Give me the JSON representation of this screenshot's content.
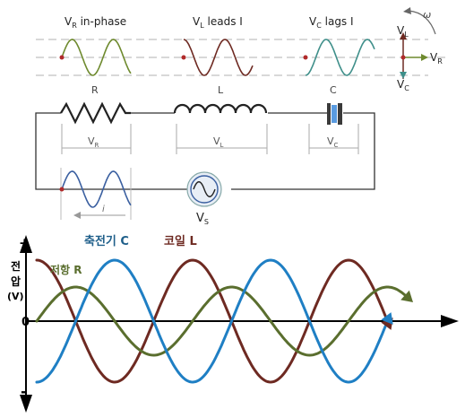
{
  "phasor": {
    "r_label": {
      "main": "V",
      "sub": "R",
      "rest": " in-phase"
    },
    "l_label": {
      "main": "V",
      "sub": "L",
      "rest": " leads I"
    },
    "c_label": {
      "main": "V",
      "sub": "C",
      "rest": " lags I"
    },
    "omega": "ω",
    "axis_vl": {
      "main": "V",
      "sub": "L"
    },
    "axis_vr": {
      "main": "V",
      "sub": "R"
    },
    "axis_vc": {
      "main": "V",
      "sub": "C"
    }
  },
  "circuit": {
    "r": "R",
    "l": "L",
    "c": "C",
    "vr": {
      "main": "V",
      "sub": "R"
    },
    "vl": {
      "main": "V",
      "sub": "L"
    },
    "vc": {
      "main": "V",
      "sub": "C"
    },
    "current": "i",
    "source": {
      "main": "V",
      "sub": "S"
    }
  },
  "graph": {
    "y_label_chars": [
      "전",
      "압",
      "(V)"
    ],
    "plus": "+",
    "minus": "-",
    "zero": "0",
    "cap_label": "축전기 C",
    "coil_label": "코일 L",
    "res_label": "저항 R"
  },
  "colors": {
    "resistor": "#5a6e2e",
    "inductor": "#6e2a22",
    "capacitor": "#1f7fc4",
    "cap_top": "#3f8f8a",
    "current": "#3a5fa0",
    "grid": "#a8a8a8",
    "wire": "#333333"
  }
}
